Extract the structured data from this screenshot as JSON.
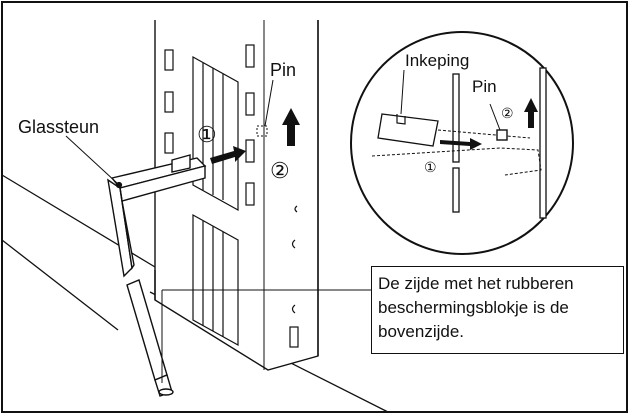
{
  "labels": {
    "glass_support": "Glassteun",
    "pin_main": "Pin",
    "pin_detail": "Pin",
    "notch": "Inkeping",
    "step1": "①",
    "step2": "②",
    "step1_detail": "①",
    "step2_detail": "②"
  },
  "note": {
    "line1": "De zijde met het rubberen",
    "line2": "beschermingsblokje is de",
    "line3": "bovenzijde."
  }
}
